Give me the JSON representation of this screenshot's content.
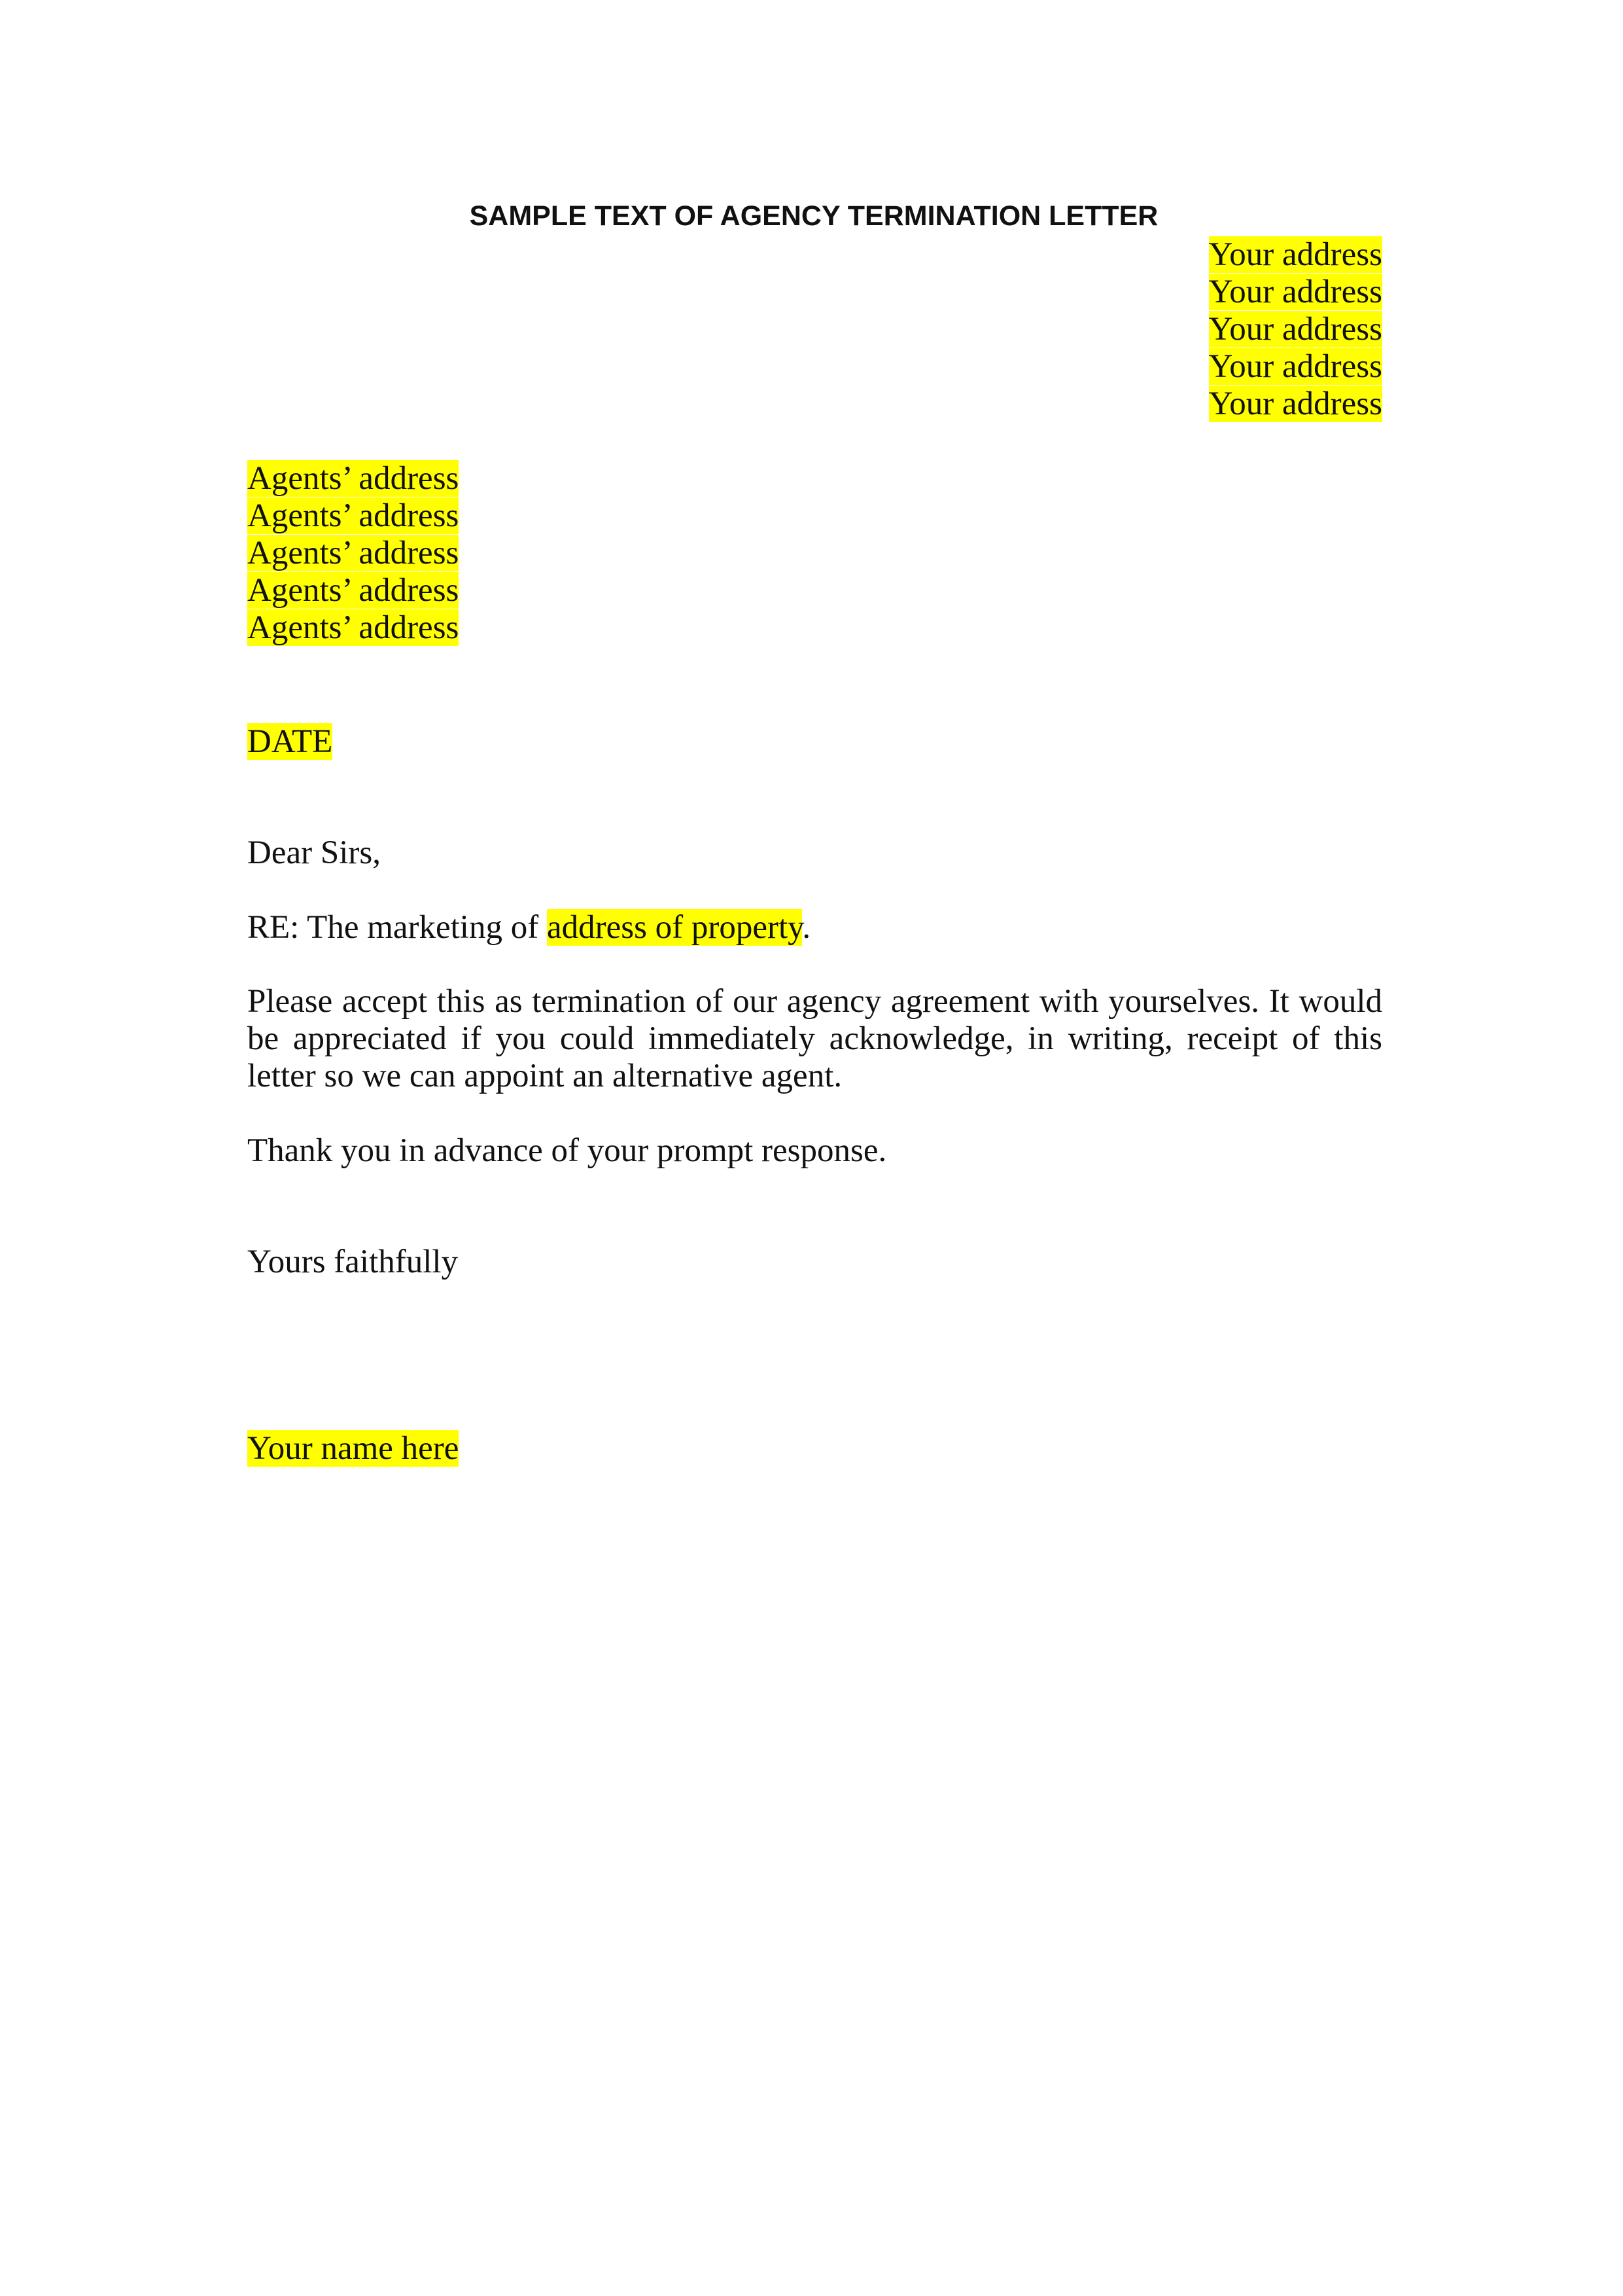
{
  "document": {
    "title": "SAMPLE TEXT OF AGENCY TERMINATION LETTER",
    "sender_address": [
      "Your address",
      "Your address",
      "Your address",
      "Your address",
      "Your address"
    ],
    "recipient_address": [
      "Agents’ address",
      "Agents’ address",
      "Agents’ address",
      "Agents’ address",
      "Agents’ address"
    ],
    "date": "DATE",
    "salutation": "Dear Sirs,",
    "re_prefix": "RE: The marketing of ",
    "re_placeholder": "address of property",
    "re_suffix": ".",
    "body_paragraph": "Please accept this as termination of our agency agreement with yourselves. It would be appreciated if you could immediately acknowledge, in writing, receipt of this letter so we can appoint an alternative agent.",
    "thanks_paragraph": "Thank you in advance of your prompt response.",
    "closing": "Yours faithfully",
    "signature_name": "Your name here"
  },
  "colors": {
    "highlight": "#ffff00",
    "text": "#111111",
    "page_background": "#ffffff"
  }
}
